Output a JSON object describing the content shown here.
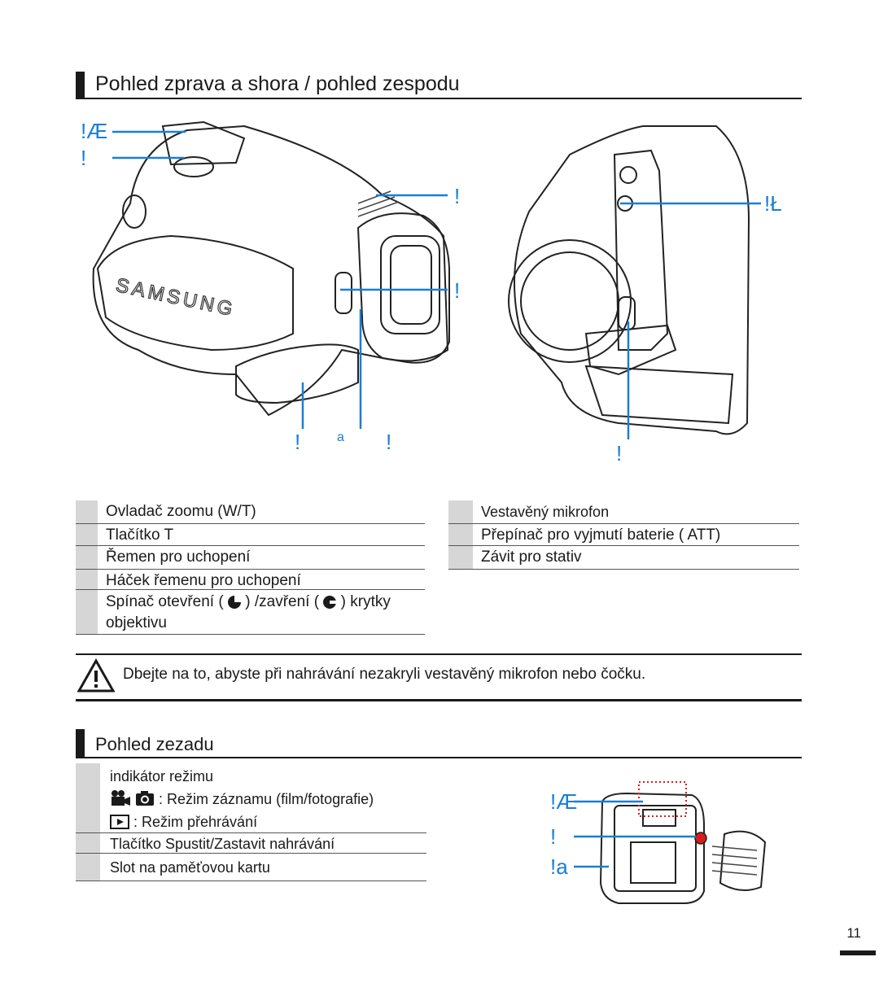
{
  "sections": {
    "top_title": "Pohled zprava a shora / pohled zespodu",
    "rear_title": "Pohled zezadu"
  },
  "callouts": {
    "zoom": "!Æ",
    "photo_button": "!",
    "mic_right": "!",
    "lens_switch_right": "!",
    "tripod_right": "!Ł",
    "strap": "!",
    "strap_mark": "a",
    "hook": "!",
    "battery_release": "!",
    "rear_mode": "!Æ",
    "rear_record": "!",
    "rear_card": "!a"
  },
  "brand": "SAMSUNG",
  "left_table": [
    "Ovladač zoomu (W/T)",
    "Tlačítko   T",
    "Řemen pro uchopení",
    "Háček řemenu pro uchopení"
  ],
  "lens_row": {
    "part1": "Spínač otevření (",
    "part2": ") /zavření (",
    "part3": ") krytky",
    "line2": "objektivu"
  },
  "right_table": [
    "Vestavěný mikrofon",
    "Přepínač pro vyjmutí baterie ( ATT)",
    "Závit pro stativ"
  ],
  "warning": {
    "icon": "warning-triangle-icon",
    "text": "Dbejte na to, abyste při nahrávání nezakryli vestavěný mikrofon nebo čočku."
  },
  "rear_table": {
    "mode_label": "indikátor režimu",
    "record_mode": ": Režim záznamu (film/fotografie)",
    "play_mode": ": Režim přehrávání",
    "record_button": "Tlačítko Spustit/Zastavit nahrávání",
    "card_slot": "Slot na paměťovou kartu"
  },
  "page_number": "11",
  "colors": {
    "callout": "#1a7ed4",
    "text": "#1a1a1a",
    "index_cell": "#d6d6d6"
  }
}
